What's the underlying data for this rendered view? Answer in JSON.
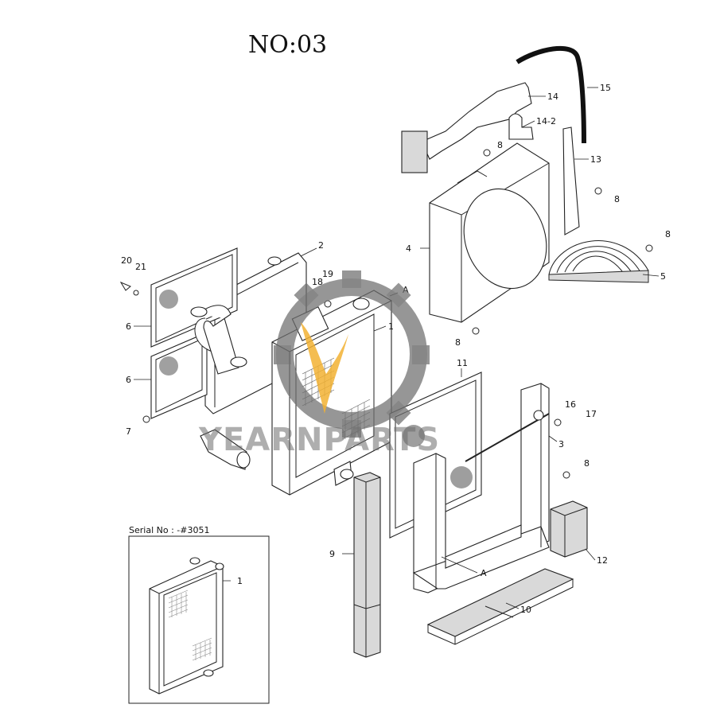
{
  "title": "NO:03",
  "watermark": {
    "text": "YEARNPARTS",
    "brand_colors": {
      "gear": "#6f6f6f",
      "flame": "#f2b233"
    }
  },
  "inset": {
    "label": "Serial No : -#3051",
    "callout": "1"
  },
  "callouts": {
    "c1": "1",
    "c2": "2",
    "c3": "3",
    "c4": "4",
    "c5": "5",
    "c6a": "6",
    "c6b": "6",
    "c7": "7",
    "c8a": "8",
    "c8b": "8",
    "c8c": "8",
    "c8d": "8",
    "c8e": "8",
    "c9": "9",
    "c10": "10",
    "c11": "11",
    "c12": "12",
    "c13": "13",
    "c14": "14",
    "c14_2": "14-2",
    "c15": "15",
    "c16": "16",
    "c17": "17",
    "c18": "18",
    "c19": "19",
    "c20": "20",
    "c21": "21",
    "refA1": "A",
    "refA2": "A"
  }
}
